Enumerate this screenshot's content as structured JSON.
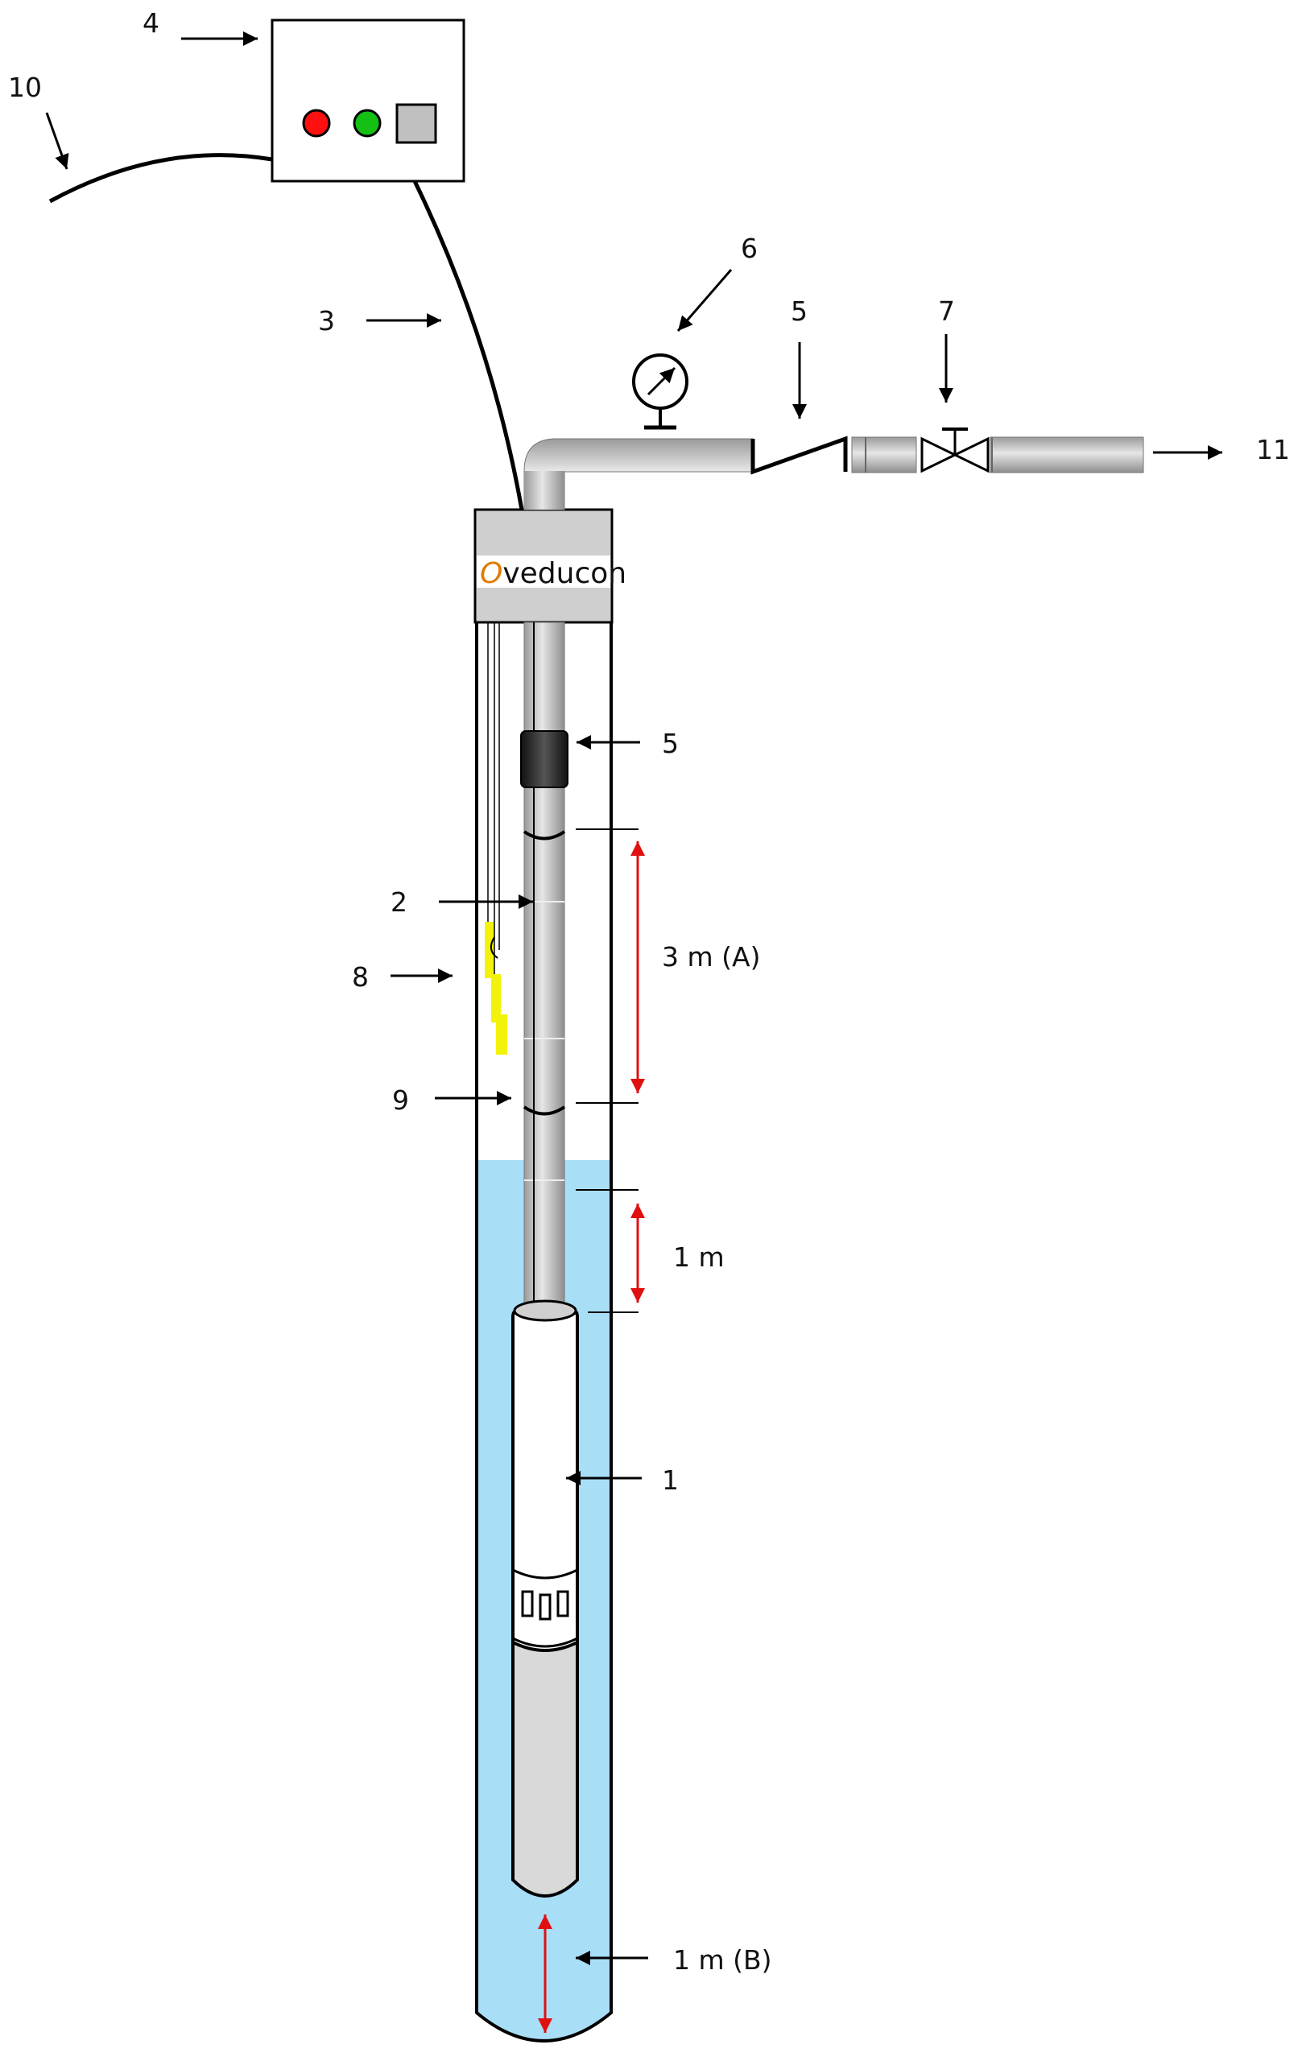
{
  "brand": {
    "prefix": "O",
    "rest": "veducon"
  },
  "labels": {
    "pump": "1",
    "riser_pipe": "2",
    "cable": "3",
    "control_box": "4",
    "check_valve_top": "5",
    "check_valve_well": "5",
    "pressure_gauge": "6",
    "gate_valve": "7",
    "level_sensor": "8",
    "cable_clamp": "9",
    "mains_cable": "10",
    "outlet": "11"
  },
  "dimensions": {
    "clamp_spacing": "3 m (A)",
    "pump_depth": "1 m",
    "bottom_clearance": "1 m (B)"
  },
  "colors": {
    "water": "#a9def7",
    "pipe": "#bdbdbd",
    "pipe_highlight": "#e8e8e8",
    "red_light": "#ff1010",
    "green_light": "#15c015",
    "sensor": "#f2f20a",
    "dimension_arrow": "#e01010",
    "logo_accent": "#e07b00"
  }
}
